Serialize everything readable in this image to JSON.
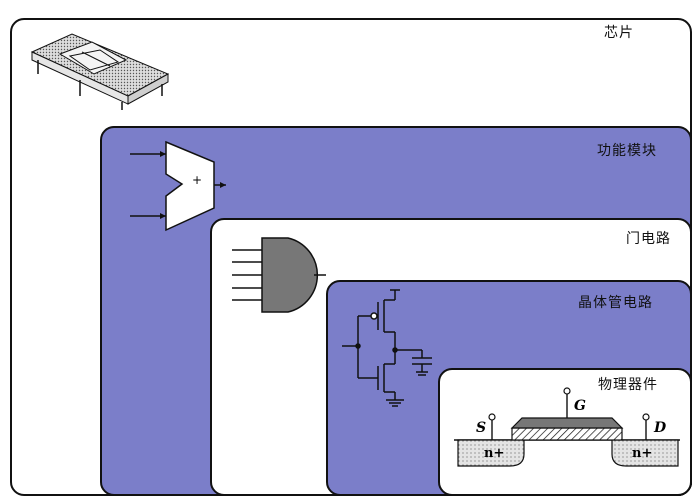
{
  "levels": {
    "chip": "芯片",
    "functional_module": "功能模块",
    "gate_circuit": "门电路",
    "transistor_circuit": "晶体管电路",
    "physical_device": "物理器件"
  },
  "device_labels": {
    "source": "S",
    "gate": "G",
    "drain": "D",
    "n_plus_left": "n+",
    "n_plus_right": "n+"
  },
  "adder_symbol": "+",
  "colors": {
    "chip_bg": "#ffffff",
    "module_bg": "#7b7ec9",
    "gate_bg": "#ffffff",
    "transistor_bg": "#7b7ec9",
    "device_bg": "#ffffff",
    "border": "#111111"
  }
}
